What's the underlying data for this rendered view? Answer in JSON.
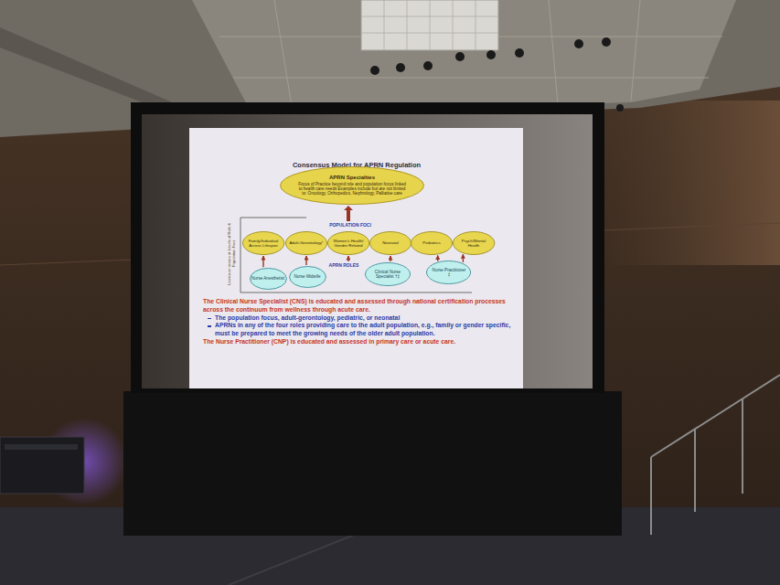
{
  "diagram": {
    "title": "Consensus Model for APRN Regulation",
    "nodes": [
      {
        "text": [
          "APRN Specialties",
          "Focus of Practice beyond role and population focus linked to health care needs Examples include but are not limited to: Oncology, Orthopedics, Nephrology, Palliative care"
        ]
      },
      {
        "text": [
          "Family/Individual Across Lifespan"
        ]
      },
      {
        "text": [
          "Adult-Gerontology*"
        ]
      },
      {
        "text": [
          "Women's Health/ Gender Related"
        ]
      },
      {
        "text": [
          "Neonatal"
        ]
      },
      {
        "text": [
          "Pediatrics"
        ]
      },
      {
        "text": [
          "Psych/Mental Health"
        ]
      },
      {
        "text": [
          "Nurse Anesthetist"
        ]
      },
      {
        "text": [
          "Nurse Midwife"
        ]
      },
      {
        "text": [
          "Clinical Nurse Specialist †‡"
        ]
      },
      {
        "text": [
          "Nurse Practitioner ‡"
        ]
      }
    ],
    "edges": [
      {
        "from": 7,
        "to": 1,
        "arrow": "to"
      },
      {
        "from": 8,
        "to": 2,
        "arrow": "to"
      },
      {
        "from": 9,
        "to": 4,
        "arrow": "to"
      },
      {
        "from": 10,
        "to": 5,
        "arrow": "to"
      },
      {
        "from": 10,
        "to": 6,
        "arrow": "to"
      }
    ],
    "labels": [
      "POPULATION FOCI",
      "APRN ROLES",
      "Licensure occurs at Levels of Role & Population Foci",
      "The Clinical Nurse Specialist (CNS) is educated and assessed through national certification processes across the continuum from wellness through acute care.",
      "The population focus, adult-gerontology, pediatric, or neonatal",
      "APRNs in any of the four roles providing care to the adult population, e.g., family or gender specific, must be prepared to meet the growing needs of the older adult population.",
      "The Nurse Practitioner (CNP) is educated and assessed in primary care or acute care."
    ]
  }
}
